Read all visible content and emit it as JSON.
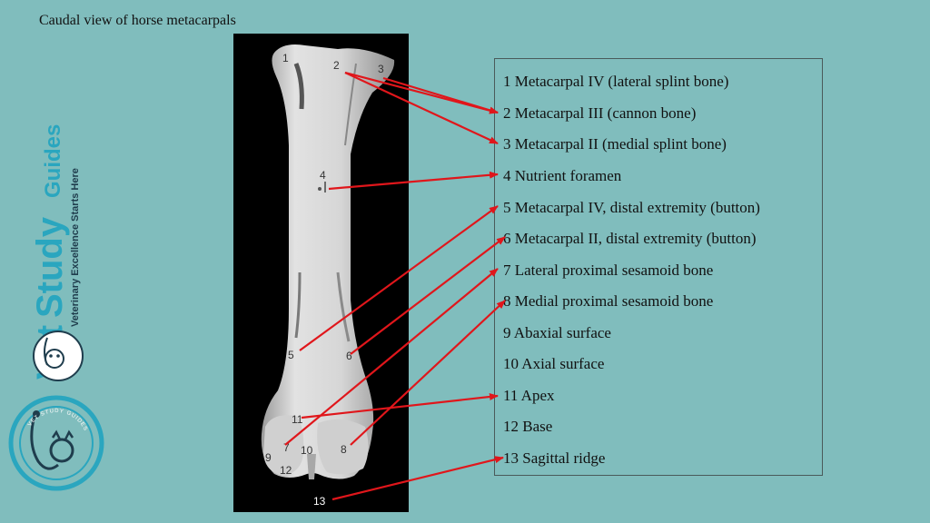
{
  "title": "Caudal view of horse metacarpals",
  "brand": {
    "name_part1": "Vet",
    "name_part2": "Study",
    "name_part3": "Guides",
    "tagline": "Veterinary Excellence Starts Here",
    "badge_text": "VET STUDY GUIDES",
    "colors": {
      "dark": "#1f3d4d",
      "accent": "#2aa6bf",
      "badge_ring": "#2aa6bf"
    }
  },
  "image_labels": [
    "1",
    "2",
    "3",
    "4",
    "5",
    "6",
    "11",
    "7",
    "10",
    "8",
    "9",
    "12",
    "13"
  ],
  "legend": [
    "1 Metacarpal IV (lateral splint bone)",
    "2 Metacarpal III (cannon bone)",
    "3 Metacarpal II (medial splint bone)",
    "4 Nutrient foramen",
    "5 Metacarpal IV, distal extremity (button)",
    "6 Metacarpal II, distal extremity (button)",
    "7 Lateral proximal sesamoid bone",
    "8 Medial proximal sesamoid bone",
    "9 Abaxial surface",
    "10 Axial surface",
    "11 Apex",
    "12 Base",
    "13 Sagittal ridge"
  ],
  "colors": {
    "background": "#80bdbd",
    "arrow": "#e0161b",
    "bone": "#d8d8d8"
  }
}
